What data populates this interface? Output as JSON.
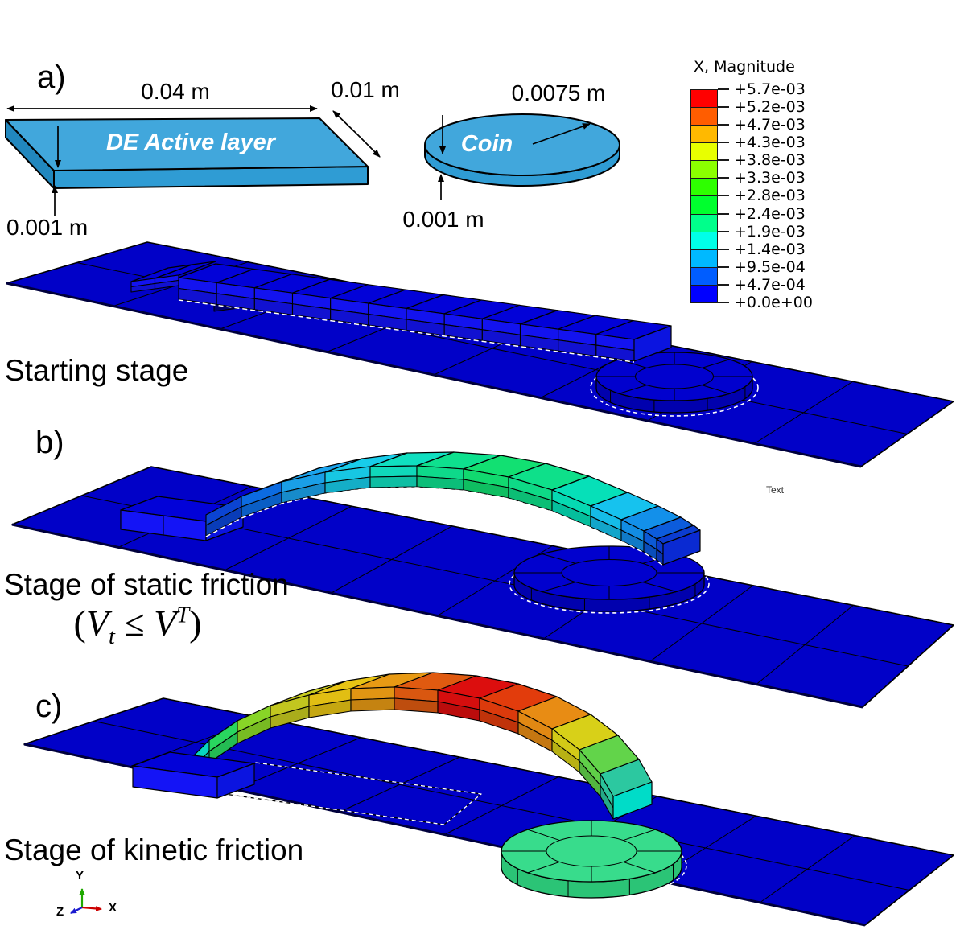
{
  "figure": {
    "panel_a": "a)",
    "panel_b": "b)",
    "panel_c": "c)"
  },
  "schematic": {
    "layer_label": "DE Active layer",
    "coin_label": "Coin",
    "length_dim": "0.04 m",
    "width_dim": "0.01 m",
    "radius_dim": "0.0075 m",
    "layer_thickness_dim": "0.001 m",
    "coin_thickness_dim": "0.001 m",
    "body_top_color": "#41A7DC",
    "body_front_color": "#2F9CD4",
    "body_side_color": "#2187BE"
  },
  "legend": {
    "title": "X, Magnitude",
    "tick_labels": [
      "+5.7e-03",
      "+5.2e-03",
      "+4.7e-03",
      "+4.3e-03",
      "+3.8e-03",
      "+3.3e-03",
      "+2.8e-03",
      "+2.4e-03",
      "+1.9e-03",
      "+1.4e-03",
      "+9.5e-04",
      "+4.7e-04",
      "+0.0e+00"
    ],
    "band_colors": [
      "#FF0000",
      "#FF5D00",
      "#FFB900",
      "#E8FF00",
      "#8BFF00",
      "#2EFF00",
      "#00FF2E",
      "#00FF8B",
      "#00FFE8",
      "#00B9FF",
      "#005DFF",
      "#0000FF"
    ]
  },
  "stages": {
    "a": {
      "caption": "Starting stage"
    },
    "b": {
      "caption": "Stage of static friction",
      "condition": {
        "open": "(",
        "v": "V",
        "sub": "t",
        "rel": " ≤ ",
        "sup": "T",
        "close": ")"
      }
    },
    "c": {
      "caption": "Stage of kinetic friction"
    }
  },
  "triad": {
    "x": "X",
    "y": "Y",
    "z": "Z",
    "x_color": "#CC0000",
    "y_color": "#1FA800",
    "z_color": "#1A1ACF"
  },
  "annotations": {
    "stray_text": "Text"
  },
  "model": {
    "ground_color": "#0101C8",
    "ground_edge_color": "#00003C",
    "mesh_line_color": "#000000",
    "slab_top_color": "#0202D8",
    "slab_front_color": "#1414F6",
    "slab_cap_color": "#0B14E0",
    "notch_color": "#000070",
    "coin_blue_top": "#0101CE",
    "coin_blue_side": "#0101AE",
    "coin_green_top": "#38DC8C",
    "coin_green_side": "#2BC476",
    "arch_b_colors": [
      "#0b46d8",
      "#0c6ee8",
      "#1ba4ee",
      "#18cdea",
      "#10dfc0",
      "#0ee08e",
      "#12e072",
      "#0ee08a",
      "#06e0b8",
      "#16c2ee",
      "#1390ea",
      "#0c5cdc",
      "#0b3cd0"
    ],
    "arch_b_cap": "#0a2ad2",
    "arch_c_colors": [
      "#08dcc8",
      "#2add62",
      "#8cdc28",
      "#c8cc20",
      "#e8c414",
      "#e89a14",
      "#e05a10",
      "#dc0e0e",
      "#e23c0c",
      "#e88c14",
      "#d8d018",
      "#62d44a",
      "#2cc8a0"
    ],
    "arch_c_cap": "#00dcc8",
    "dash_color": "#FFFFFF"
  }
}
